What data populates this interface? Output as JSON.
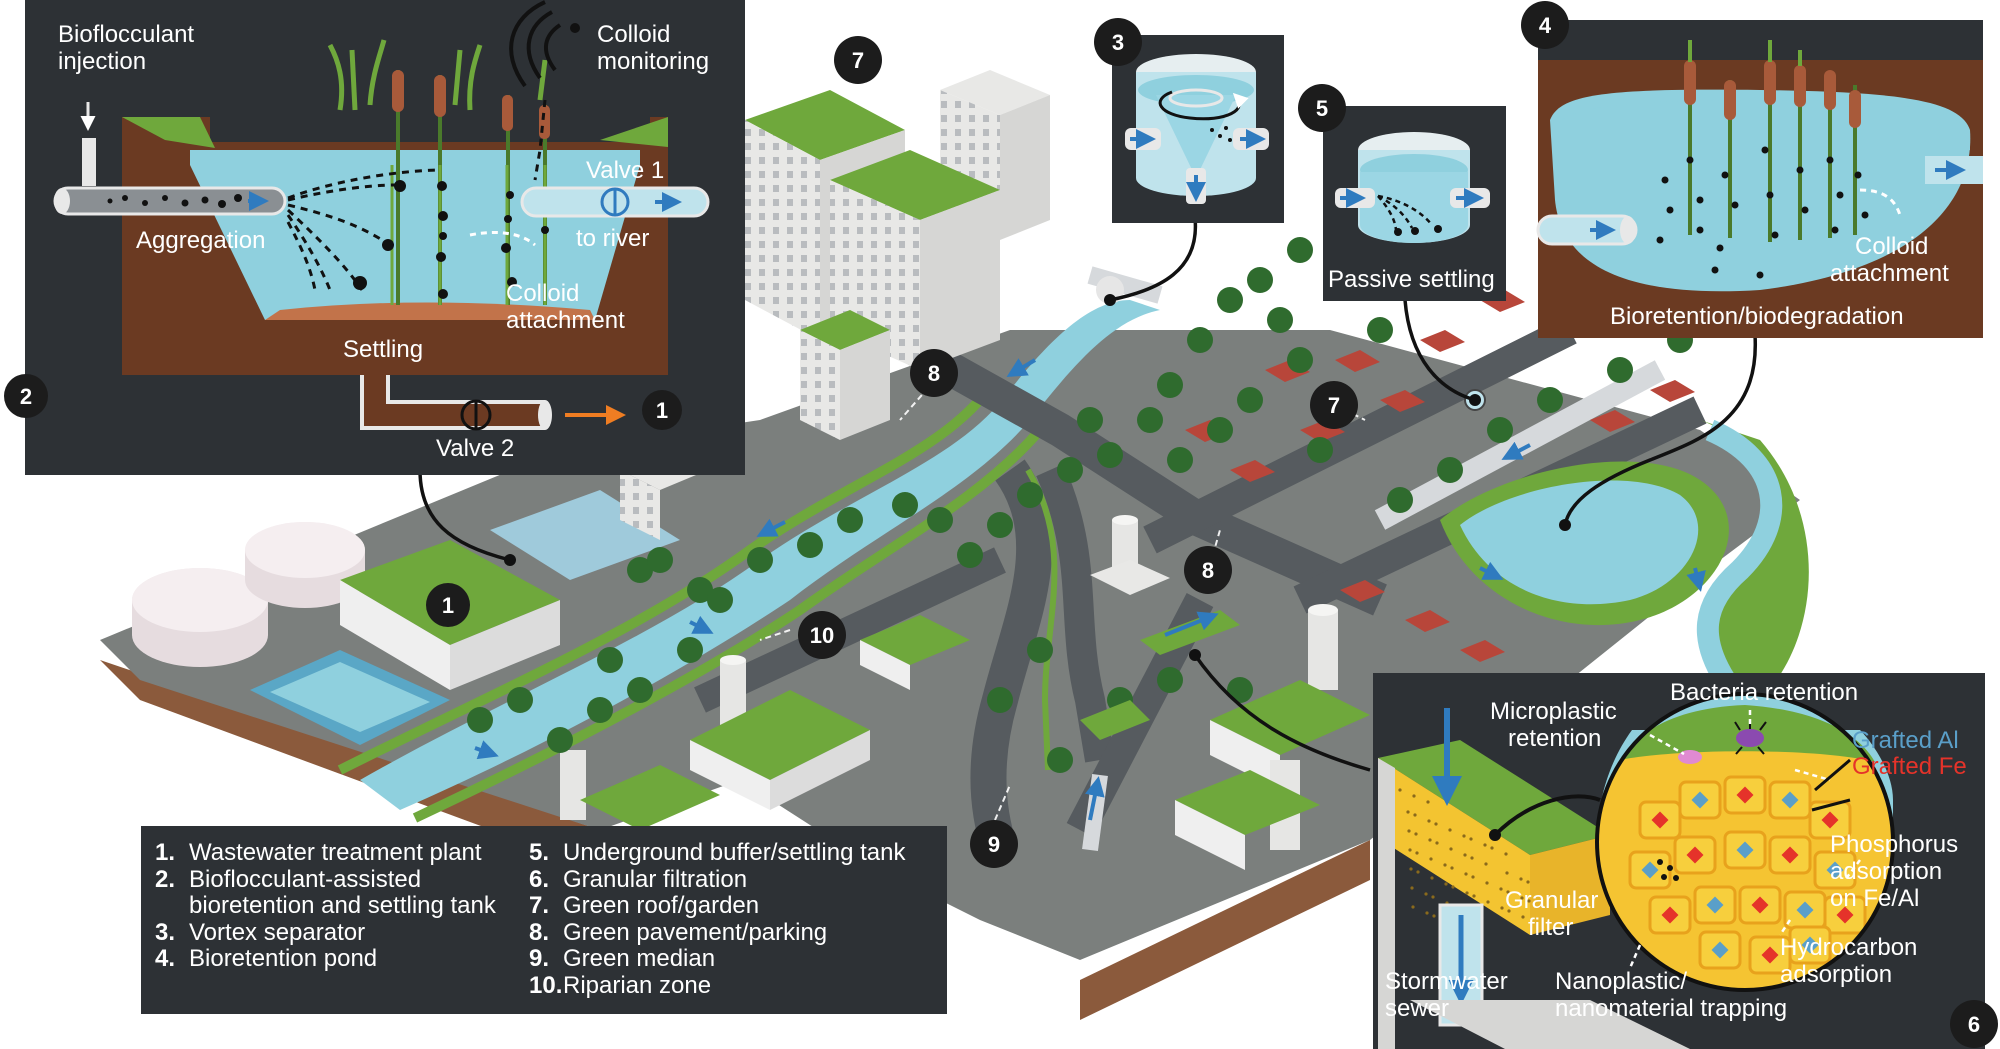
{
  "panel2": {
    "biofloc_1": "Bioflocculant",
    "biofloc_2": "injection",
    "colloid_mon_1": "Colloid",
    "colloid_mon_2": "monitoring",
    "aggregation": "Aggregation",
    "valve1": "Valve 1",
    "to_river": "to river",
    "colloid_att_1": "Colloid",
    "colloid_att_2": "attachment",
    "settling": "Settling",
    "valve2": "Valve 2"
  },
  "panel3": {},
  "panel5": {
    "passive": "Passive settling"
  },
  "panel4": {
    "colloid_att_1": "Colloid",
    "colloid_att_2": "attachment",
    "bioretention": "Bioretention/biodegradation"
  },
  "panel6": {
    "micro_1": "Microplastic",
    "micro_2": "retention",
    "bacteria": "Bacteria retention",
    "grafted_al": "Grafted Al",
    "grafted_fe": "Grafted Fe",
    "phos_1": "Phosphorus",
    "phos_2": "adsorption",
    "phos_3": "on Fe/Al",
    "gran_1": "Granular",
    "gran_2": "filter",
    "hydro_1": "Hydrocarbon",
    "hydro_2": "adsorption",
    "storm_1": "Stormwater",
    "storm_2": "sewer",
    "nano_1": "Nanoplastic/",
    "nano_2": "nanomaterial trapping"
  },
  "badges": {
    "b1": "1",
    "b2": "2",
    "b3": "3",
    "b4": "4",
    "b5": "5",
    "b6": "6",
    "b7": "7",
    "b8": "8",
    "b9": "9",
    "b10": "10"
  },
  "legend": {
    "items": [
      {
        "num": "1.",
        "label": "Wastewater treatment plant"
      },
      {
        "num": "2.",
        "label": "Bioflocculant-assisted",
        "cont": "bioretention and settling tank"
      },
      {
        "num": "3.",
        "label": "Vortex separator"
      },
      {
        "num": "4.",
        "label": "Bioretention pond"
      },
      {
        "num": "5.",
        "label": "Underground buffer/settling tank"
      },
      {
        "num": "6.",
        "label": "Granular filtration"
      },
      {
        "num": "7.",
        "label": "Green roof/garden"
      },
      {
        "num": "8.",
        "label": "Green pavement/parking"
      },
      {
        "num": "9.",
        "label": "Green median"
      },
      {
        "num": "10.",
        "label": "Riparian zone"
      }
    ]
  },
  "colors": {
    "panel_bg": "#2d3135",
    "water": "#8fd0de",
    "soil": "#6b3a22",
    "grass": "#6fa83c",
    "road": "#555a5e",
    "ground": "#7a7f7a",
    "grafted_al": "#5a9fc9",
    "grafted_fe": "#e5332a",
    "arrow_blue": "#2f7bbf",
    "arrow_orange": "#ef7d22"
  }
}
